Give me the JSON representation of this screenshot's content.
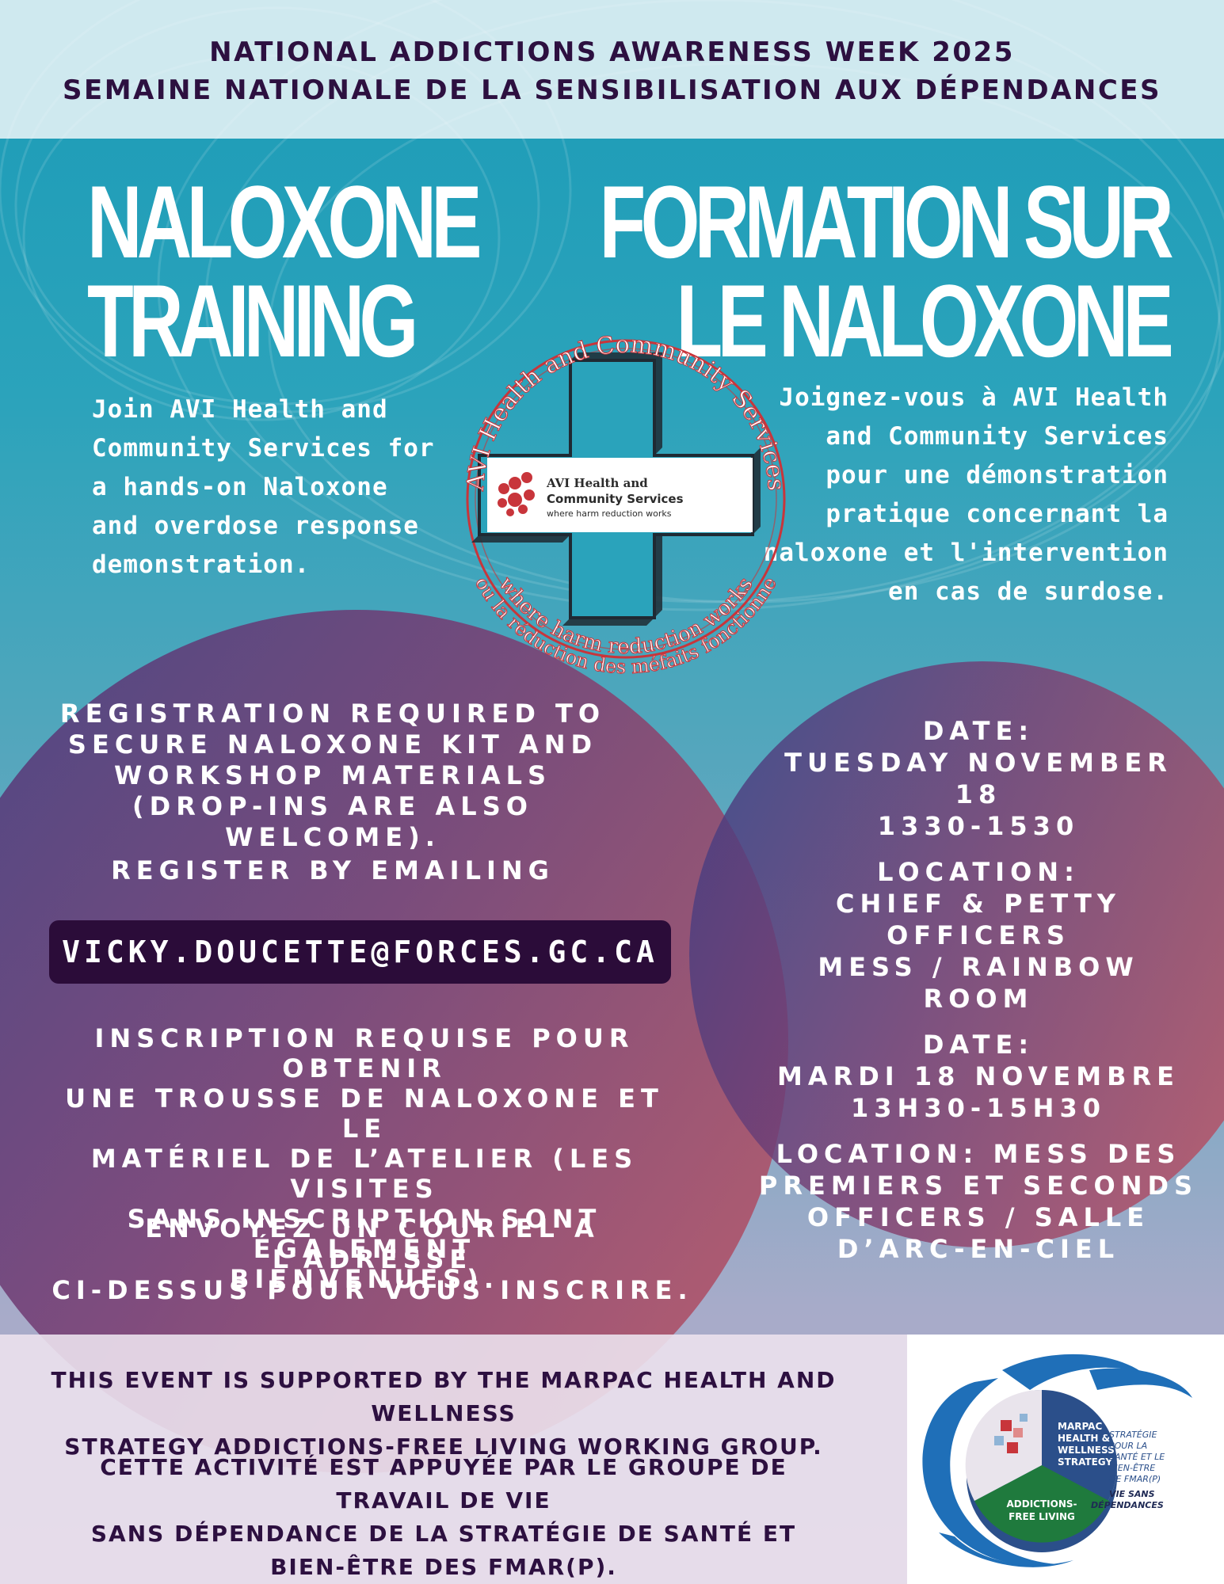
{
  "header": {
    "line1": "NATIONAL ADDICTIONS AWARENESS WEEK 2025",
    "line2": "SEMAINE NATIONALE DE LA SENSIBILISATION AUX DÉPENDANCES"
  },
  "headline": {
    "en_line1": "NALOXONE",
    "en_line2": "TRAINING",
    "fr_line1": "FORMATION SUR",
    "fr_line2": "LE NALOXONE"
  },
  "intro": {
    "en": [
      "Join AVI Health and",
      "Community Services for",
      "a hands-on Naloxone",
      "and overdose response",
      "demonstration."
    ],
    "fr": [
      "Joignez-vous à AVI Health",
      "and Community Services",
      "pour une démonstration",
      "pratique concernant la",
      "naloxone et l'intervention",
      "en cas de surdose."
    ]
  },
  "avi_logo": {
    "ring_text_top": "AVI Health and Community Services",
    "ring_text_bottom_en": "where harm reduction works",
    "ring_text_bottom_fr": "ou la réduction des méfaits fonctionne",
    "badge_name_1": "AVI Health and",
    "badge_name_2": "Community Services",
    "badge_tagline": "where harm reduction works",
    "colors": {
      "red": "#c8353b",
      "ink": "#1f2a33"
    }
  },
  "registration": {
    "en": [
      "REGISTRATION REQUIRED TO",
      "SECURE NALOXONE KIT AND",
      "WORKSHOP MATERIALS",
      "(DROP-INS ARE ALSO WELCOME)."
    ],
    "register_by": "REGISTER BY EMAILING",
    "email": "VICKY.DOUCETTE@FORCES.GC.CA",
    "fr": [
      "INSCRIPTION REQUISE POUR OBTENIR",
      "UNE TROUSSE DE NALOXONE ET LE",
      "MATÉRIEL DE L’ATELIER (LES VISITES",
      "SANS INSCRIPTION SONT ÉGALEMENT",
      "BIENVENUES)."
    ],
    "fr_email": [
      "ENVOYEZ UN COURIEL A L’ADRESSE",
      "CI-DESSUS POUR VOUS INSCRIRE."
    ]
  },
  "event": {
    "date_label_en": "DATE:",
    "date_en": "TUESDAY NOVEMBER 18",
    "time_en": "1330-1530",
    "location_label_en": "LOCATION:",
    "location_en_1": "CHIEF & PETTY OFFICERS",
    "location_en_2": "MESS / RAINBOW ROOM",
    "date_label_fr": "DATE:",
    "date_fr": "MARDI 18 NOVEMBRE",
    "time_fr": "13H30-15H30",
    "location_fr_1": "LOCATION: MESS DES",
    "location_fr_2": "PREMIERS ET SECONDS",
    "location_fr_3": "OFFICERS / SALLE",
    "location_fr_4": "D’ARC-EN-CIEL"
  },
  "footer": {
    "en": [
      "THIS EVENT IS SUPPORTED BY THE MARPAC HEALTH AND WELLNESS",
      "STRATEGY ADDICTIONS-FREE LIVING WORKING GROUP."
    ],
    "fr": [
      "CETTE ACTIVITÉ EST APPUYÉE PAR LE GROUPE DE TRAVAIL DE VIE",
      "SANS DÉPENDANCE DE LA STRATÉGIE DE SANTÉ ET",
      "BIEN-ÊTRE DES FMAR(P)."
    ]
  },
  "marpac_logo": {
    "blue_text": [
      "MARPAC",
      "HEALTH &",
      "WELLNESS",
      "STRATEGY"
    ],
    "green_text": [
      "ADDICTIONS-",
      "FREE LIVING"
    ],
    "fr_text": [
      "STRATÉGIE",
      "POUR LA",
      "SANTÉ ET LE",
      "BIEN-ÊTRE",
      "DE FMAR(P)"
    ],
    "fr_bold": [
      "VIE SANS",
      "DÉPENDANCES"
    ],
    "colors": {
      "blue": "#1f6fb8",
      "navy": "#2b4f8a",
      "green": "#1f7a3d"
    }
  }
}
